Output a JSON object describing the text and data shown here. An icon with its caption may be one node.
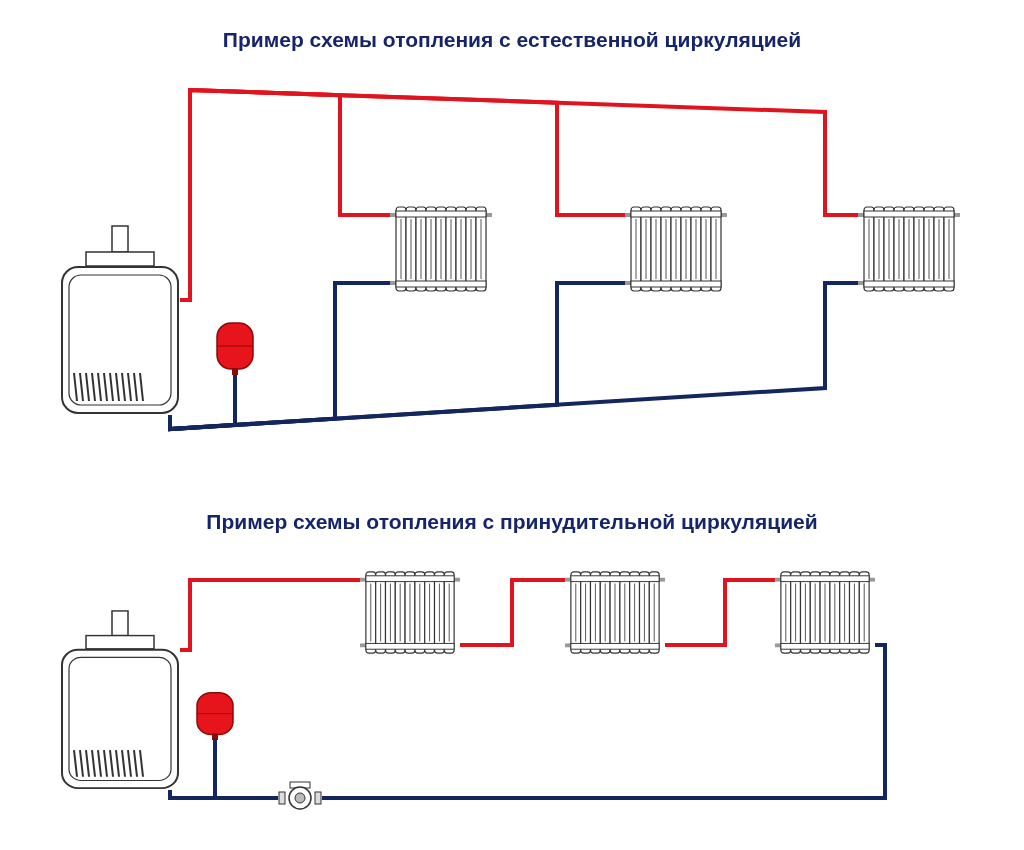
{
  "diagram": {
    "nodes": [
      {
        "text": [],
        "shape": "picture"
      },
      {
        "text": [],
        "shape": "picture"
      },
      {
        "text": [],
        "shape": "picture"
      },
      {
        "text": [],
        "shape": "picture"
      },
      {
        "text": [],
        "shape": "picture"
      },
      {
        "text": [],
        "shape": "picture"
      },
      {
        "text": [],
        "shape": "picture"
      },
      {
        "text": [],
        "shape": "picture"
      },
      {
        "text": [],
        "shape": "picture"
      },
      {
        "text": [],
        "shape": "picture"
      },
      {
        "text": [],
        "shape": "picture"
      }
    ],
    "edges": [
      {
        "from": 0,
        "to": 1,
        "arrow": "none",
        "color": "#e0141e"
      },
      {
        "from": 0,
        "to": 2,
        "arrow": "none",
        "color": "#e0141e"
      },
      {
        "from": 0,
        "to": 3,
        "arrow": "none",
        "color": "#e0141e"
      },
      {
        "from": 1,
        "to": 0,
        "arrow": "none",
        "color": "#13265e"
      },
      {
        "from": 2,
        "to": 0,
        "arrow": "none",
        "color": "#13265e"
      },
      {
        "from": 3,
        "to": 0,
        "arrow": "none",
        "color": "#13265e"
      },
      {
        "from": 4,
        "to": 0,
        "arrow": "none",
        "color": "#13265e"
      },
      {
        "from": 5,
        "to": 6,
        "arrow": "none",
        "color": "#e0141e"
      },
      {
        "from": 6,
        "to": 7,
        "arrow": "none",
        "color": "#e0141e"
      },
      {
        "from": 7,
        "to": 8,
        "arrow": "none",
        "color": "#e0141e"
      },
      {
        "from": 8,
        "to": 10,
        "arrow": "none",
        "color": "#13265e"
      },
      {
        "from": 10,
        "to": 5,
        "arrow": "none",
        "color": "#13265e"
      },
      {
        "from": 9,
        "to": 5,
        "arrow": "none",
        "color": "#13265e"
      }
    ],
    "labels": [
      "Пример схемы отопления с естественной циркуляцией",
      "Пример схемы отопления с принудительной циркуляцией"
    ]
  }
}
